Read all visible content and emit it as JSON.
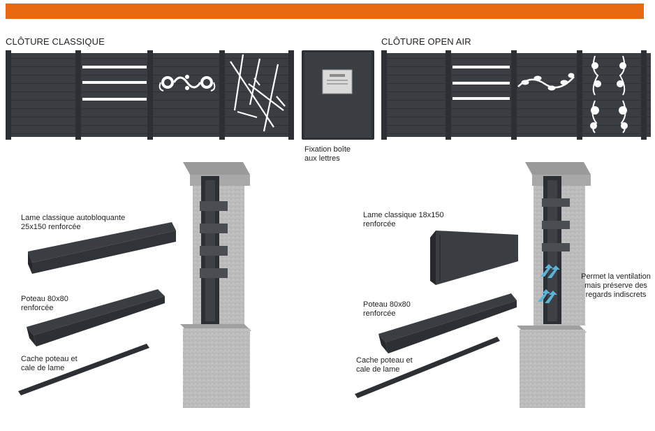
{
  "colors": {
    "accent_bar": "#E8680F",
    "panel": "#3A3D42",
    "post": "#2C2F33",
    "concrete": "#B9B9B9",
    "cap": "#9A9A9A",
    "arrow": "#5BB3D8"
  },
  "sections": {
    "classique": {
      "title": "CLÔTURE CLASSIQUE"
    },
    "open_air": {
      "title": "CLÔTURE OPEN AIR"
    }
  },
  "mailbox": {
    "caption": "Fixation boîte\naux lettres"
  },
  "left_parts": {
    "lame": "Lame classique autobloquante\n25x150 renforcée",
    "poteau": "Poteau 80x80\n renforcée",
    "cache": "Cache poteau et\ncale de lame"
  },
  "right_parts": {
    "lame": "Lame classique 18x150\nrenforcée",
    "poteau": "Poteau 80x80\n renforcée",
    "cache": "Cache poteau et\ncale de lame",
    "ventilation": "Permet la ventilation\nmais préserve des\nregards indiscrets"
  }
}
